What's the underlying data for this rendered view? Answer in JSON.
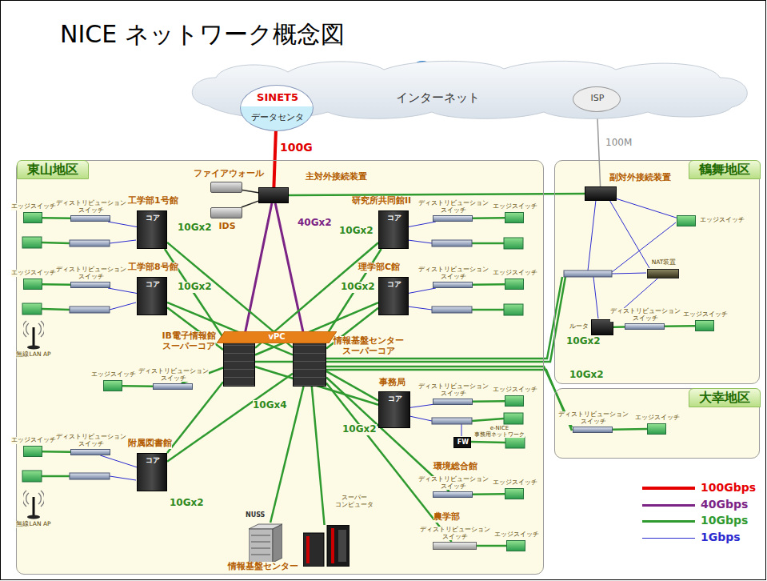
{
  "diagram": {
    "title": "NICE ネットワーク概念図",
    "nodes": [
      {
        "text": [
          "インターネット"
        ]
      },
      {
        "text": [
          "SINET5",
          "データセンタ"
        ],
        "in": 0
      },
      {
        "text": [
          "ISP"
        ],
        "in": 0
      },
      {
        "text": [
          "東山地区"
        ]
      },
      {
        "text": [
          "鶴舞地区"
        ]
      },
      {
        "text": [
          "大幸地区"
        ]
      },
      {
        "text": [
          "ファイアウォール"
        ],
        "in": 3
      },
      {
        "text": [
          "主対外接続装置"
        ],
        "in": 3
      },
      {
        "text": [
          "IDS"
        ],
        "in": 3
      },
      {
        "text": [
          "工学部1号館",
          "コア"
        ],
        "in": 3
      },
      {
        "text": [
          "エッジスイッチ"
        ],
        "in": 3
      },
      {
        "text": [
          "ディストリビューション スイッチ"
        ],
        "in": 3
      },
      {
        "text": [
          "工学部8号館",
          "コア"
        ],
        "in": 3
      },
      {
        "text": [
          "エッジスイッチ"
        ],
        "in": 3
      },
      {
        "text": [
          "ディストリビューション スイッチ"
        ],
        "in": 3
      },
      {
        "text": [
          "無線LAN AP"
        ],
        "in": 3
      },
      {
        "text": [
          "研究所共同館II",
          "コア"
        ],
        "in": 3
      },
      {
        "text": [
          "ディストリビューション スイッチ"
        ],
        "in": 3
      },
      {
        "text": [
          "エッジスイッチ"
        ],
        "in": 3
      },
      {
        "text": [
          "理学部C館",
          "コア"
        ],
        "in": 3
      },
      {
        "text": [
          "ディストリビューション スイッチ"
        ],
        "in": 3
      },
      {
        "text": [
          "エッジスイッチ"
        ],
        "in": 3
      },
      {
        "text": [
          "IB電子情報館 スーパーコア"
        ],
        "in": 3
      },
      {
        "text": [
          "vPC"
        ],
        "in": 3
      },
      {
        "text": [
          "情報基盤センター スーパーコア"
        ],
        "in": 3
      },
      {
        "text": [
          "エッジスイッチ"
        ],
        "in": 3
      },
      {
        "text": [
          "ディストリビューション スイッチ"
        ],
        "in": 3
      },
      {
        "text": [
          "事務局",
          "コア"
        ],
        "in": 3
      },
      {
        "text": [
          "ディストリビューション スイッチ"
        ],
        "in": 3
      },
      {
        "text": [
          "エッジスイッチ"
        ],
        "in": 3
      },
      {
        "text": [
          "FW"
        ],
        "in": 3
      },
      {
        "text": [
          "附属図書館",
          "コア"
        ],
        "in": 3
      },
      {
        "text": [
          "エッジスイッチ"
        ],
        "in": 3
      },
      {
        "text": [
          "ディストリビューション スイッチ"
        ],
        "in": 3
      },
      {
        "text": [
          "無線LAN AP"
        ],
        "in": 3
      },
      {
        "text": [
          "NUSS"
        ],
        "in": 3
      },
      {
        "text": [
          "スーパー コンピュータ"
        ],
        "in": 3
      },
      {
        "text": [
          "環境総合館",
          "ディストリビューション スイッチ"
        ],
        "in": 3
      },
      {
        "text": [
          "エッジスイッチ"
        ],
        "in": 3
      },
      {
        "text": [
          "農学部",
          "ディストリビューション スイッチ"
        ],
        "in": 3
      },
      {
        "text": [
          "エッジスイッチ"
        ],
        "in": 3
      },
      {
        "text": [
          "副対外接続装置"
        ],
        "in": 4
      },
      {
        "text": [
          "エッジスイッチ"
        ],
        "in": 4
      },
      {
        "text": [
          "NAT装置"
        ],
        "in": 4
      },
      {
        "text": [
          "ルータ"
        ],
        "in": 4
      },
      {
        "text": [
          "ディストリビューション スイッチ"
        ],
        "in": 4
      },
      {
        "text": [
          "エッジスイッチ"
        ],
        "in": 4
      },
      {
        "text": [
          "ディストリビューション スイッチ"
        ],
        "in": 5
      },
      {
        "text": [
          "エッジスイッチ"
        ],
        "in": 5
      }
    ],
    "edges": [
      {
        "from": 1,
        "to": 7,
        "label": "100G",
        "arrow": "none"
      },
      {
        "from": 2,
        "to": 41,
        "label": "100M",
        "arrow": "none"
      },
      {
        "from": 7,
        "to": 41,
        "arrow": "none"
      },
      {
        "from": 6,
        "to": 7,
        "arrow": "none"
      },
      {
        "from": 8,
        "to": 7,
        "arrow": "none"
      },
      {
        "from": 7,
        "to": 22,
        "arrow": "none"
      },
      {
        "from": 7,
        "to": 24,
        "arrow": "none"
      },
      {
        "from": 9,
        "to": 22,
        "arrow": "none"
      },
      {
        "from": 9,
        "to": 24,
        "arrow": "none"
      },
      {
        "from": 12,
        "to": 22,
        "arrow": "none"
      },
      {
        "from": 12,
        "to": 24,
        "arrow": "none"
      },
      {
        "from": 16,
        "to": 22,
        "arrow": "none"
      },
      {
        "from": 16,
        "to": 24,
        "arrow": "none"
      },
      {
        "from": 19,
        "to": 22,
        "arrow": "none"
      },
      {
        "from": 19,
        "to": 24,
        "arrow": "none"
      },
      {
        "from": 27,
        "to": 22,
        "arrow": "none"
      },
      {
        "from": 27,
        "to": 24,
        "arrow": "none"
      },
      {
        "from": 31,
        "to": 22,
        "arrow": "none"
      },
      {
        "from": 31,
        "to": 24,
        "arrow": "none"
      },
      {
        "from": 22,
        "to": 24,
        "arrow": "none"
      },
      {
        "from": 9,
        "to": 11,
        "arrow": "none"
      },
      {
        "from": 11,
        "to": 10,
        "arrow": "none"
      },
      {
        "from": 12,
        "to": 14,
        "arrow": "none"
      },
      {
        "from": 14,
        "to": 13,
        "arrow": "none"
      },
      {
        "from": 16,
        "to": 17,
        "arrow": "none"
      },
      {
        "from": 17,
        "to": 18,
        "arrow": "none"
      },
      {
        "from": 19,
        "to": 20,
        "arrow": "none"
      },
      {
        "from": 20,
        "to": 21,
        "arrow": "none"
      },
      {
        "from": 22,
        "to": 26,
        "arrow": "none"
      },
      {
        "from": 26,
        "to": 25,
        "arrow": "none"
      },
      {
        "from": 27,
        "to": 28,
        "arrow": "none"
      },
      {
        "from": 28,
        "to": 29,
        "arrow": "none"
      },
      {
        "from": 31,
        "to": 33,
        "arrow": "none"
      },
      {
        "from": 33,
        "to": 32,
        "arrow": "none"
      },
      {
        "from": 24,
        "to": 35,
        "arrow": "none"
      },
      {
        "from": 24,
        "to": 36,
        "arrow": "none"
      },
      {
        "from": 24,
        "to": 37,
        "arrow": "none"
      },
      {
        "from": 24,
        "to": 39,
        "arrow": "none"
      },
      {
        "from": 37,
        "to": 38,
        "arrow": "none"
      },
      {
        "from": 39,
        "to": 40,
        "arrow": "none"
      },
      {
        "from": 41,
        "to": 42,
        "arrow": "none"
      },
      {
        "from": 44,
        "to": 43,
        "arrow": "none"
      },
      {
        "from": 44,
        "to": 45,
        "arrow": "none"
      },
      {
        "from": 45,
        "to": 46,
        "arrow": "none"
      },
      {
        "from": 47,
        "to": 48,
        "arrow": "none"
      }
    ],
    "labels": [
      "40Gx2",
      "10Gx2",
      "10Gx2",
      "10Gx2",
      "10Gx2",
      "10Gx4",
      "10Gx2",
      "10Gx2",
      "10Gx2",
      "10Gx2",
      "e-NICE 事務用ネットワーク",
      "情報基盤センター"
    ],
    "legend": [
      {
        "text": "100Gbps",
        "color": "#e60000"
      },
      {
        "text": "40Gbps",
        "color": "#7b2486"
      },
      {
        "text": "10Gbps",
        "color": "#2f9a2f"
      },
      {
        "text": "1Gbps",
        "color": "#2b2bd0"
      }
    ]
  }
}
